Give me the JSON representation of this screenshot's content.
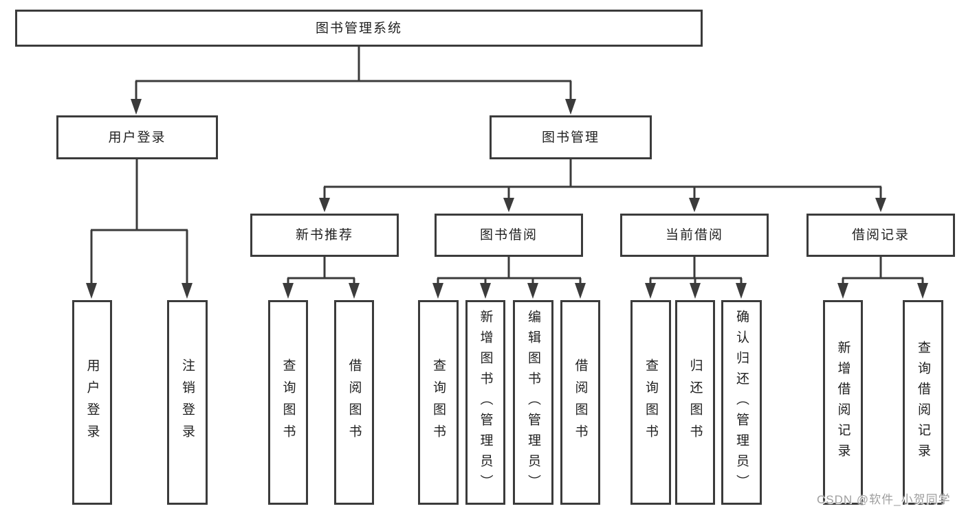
{
  "diagram": {
    "root": {
      "label": "图书管理系统"
    },
    "level1": [
      {
        "id": "user-login",
        "label": "用户登录",
        "parent": "图书管理系统"
      },
      {
        "id": "book-management",
        "label": "图书管理",
        "parent": "图书管理系统"
      }
    ],
    "level2": [
      {
        "id": "new-book-recommend",
        "label": "新书推荐",
        "parent": "图书管理"
      },
      {
        "id": "book-borrow",
        "label": "图书借阅",
        "parent": "图书管理"
      },
      {
        "id": "current-borrow",
        "label": "当前借阅",
        "parent": "图书管理"
      },
      {
        "id": "borrow-records",
        "label": "借阅记录",
        "parent": "图书管理"
      }
    ],
    "leaves": [
      {
        "id": "user-login-leaf",
        "label": "用户登录",
        "parent": "用户登录"
      },
      {
        "id": "logout-leaf",
        "label": "注销登录",
        "parent": "用户登录"
      },
      {
        "id": "query-books-recommend",
        "label": "查询图书",
        "parent": "新书推荐"
      },
      {
        "id": "borrow-books-recommend",
        "label": "借阅图书",
        "parent": "新书推荐"
      },
      {
        "id": "query-books-borrow",
        "label": "查询图书",
        "parent": "图书借阅"
      },
      {
        "id": "add-books-admin",
        "label": "新增图书（管理员）",
        "parent": "图书借阅"
      },
      {
        "id": "edit-books-admin",
        "label": "编辑图书（管理员）",
        "parent": "图书借阅"
      },
      {
        "id": "borrow-books",
        "label": "借阅图书",
        "parent": "图书借阅"
      },
      {
        "id": "query-books-current",
        "label": "查询图书",
        "parent": "当前借阅"
      },
      {
        "id": "return-books",
        "label": "归还图书",
        "parent": "当前借阅"
      },
      {
        "id": "confirm-return-admin",
        "label": "确认归还（管理员）",
        "parent": "当前借阅"
      },
      {
        "id": "add-borrow-record",
        "label": "新增借阅记录",
        "parent": "借阅记录"
      },
      {
        "id": "query-borrow-record",
        "label": "查询借阅记录",
        "parent": "借阅记录"
      }
    ],
    "watermark": "CSDN @软件_小贺同学"
  },
  "colors": {
    "line": "#3b3b3b",
    "text": "#1f1f1f",
    "background": "#ffffff",
    "watermark": "#9e9e9e"
  }
}
